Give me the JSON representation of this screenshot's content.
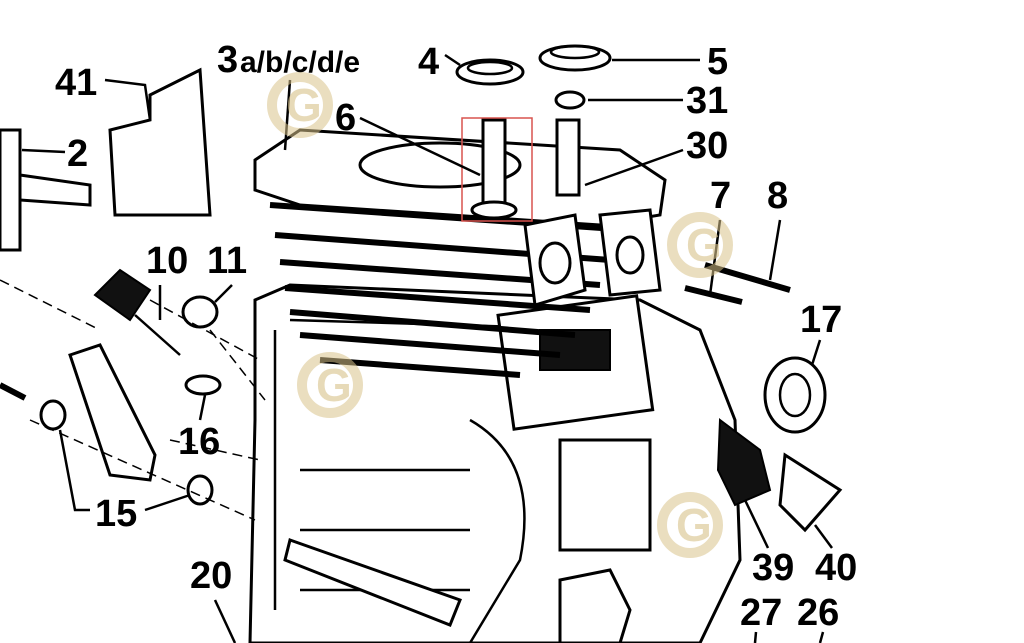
{
  "diagram": {
    "type": "exploded-parts-view",
    "highlight_color": "#d9534f",
    "watermark_color": "#d8c28a",
    "watermark_glyph": "G",
    "callouts": {
      "p41": "41",
      "p3": "3",
      "p3v": "a/b/c/d/e",
      "p4": "4",
      "p5": "5",
      "p31": "31",
      "p6": "6",
      "p30": "30",
      "p2": "2",
      "p7": "7",
      "p8": "8",
      "p10": "10",
      "p11": "11",
      "p17": "17",
      "p16": "16",
      "p15": "15",
      "p20": "20",
      "p39": "39",
      "p40": "40",
      "p27": "27",
      "p26": "26"
    }
  }
}
